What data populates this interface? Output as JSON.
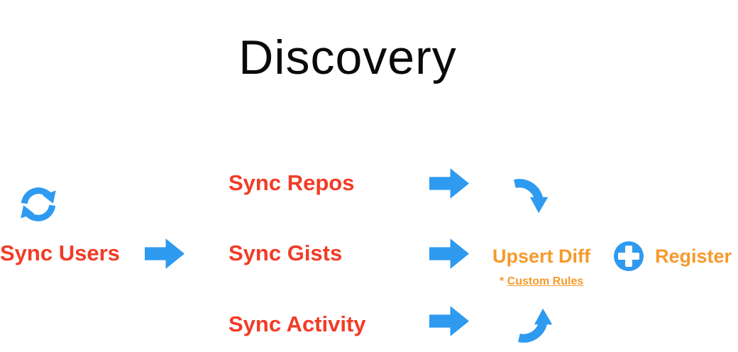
{
  "title": "Discovery",
  "colors": {
    "black": "#0a0a0a",
    "red": "#f23b26",
    "blue": "#2e9af0",
    "orange": "#f7992b",
    "white": "#ffffff"
  },
  "flow": {
    "sync_users": "Sync Users",
    "sync_repos": "Sync Repos",
    "sync_gists": "Sync Gists",
    "sync_activity": "Sync Activity",
    "upsert_diff": "Upsert Diff",
    "register": "Register",
    "custom_rules_prefix": "* ",
    "custom_rules_link": "Custom Rules"
  },
  "icons": {
    "sync": "circular-sync-arrows",
    "arrow_right": "right-arrow",
    "curve_down": "curved-arrow-down",
    "curve_up": "curved-arrow-up",
    "plus": "plus-circle"
  }
}
